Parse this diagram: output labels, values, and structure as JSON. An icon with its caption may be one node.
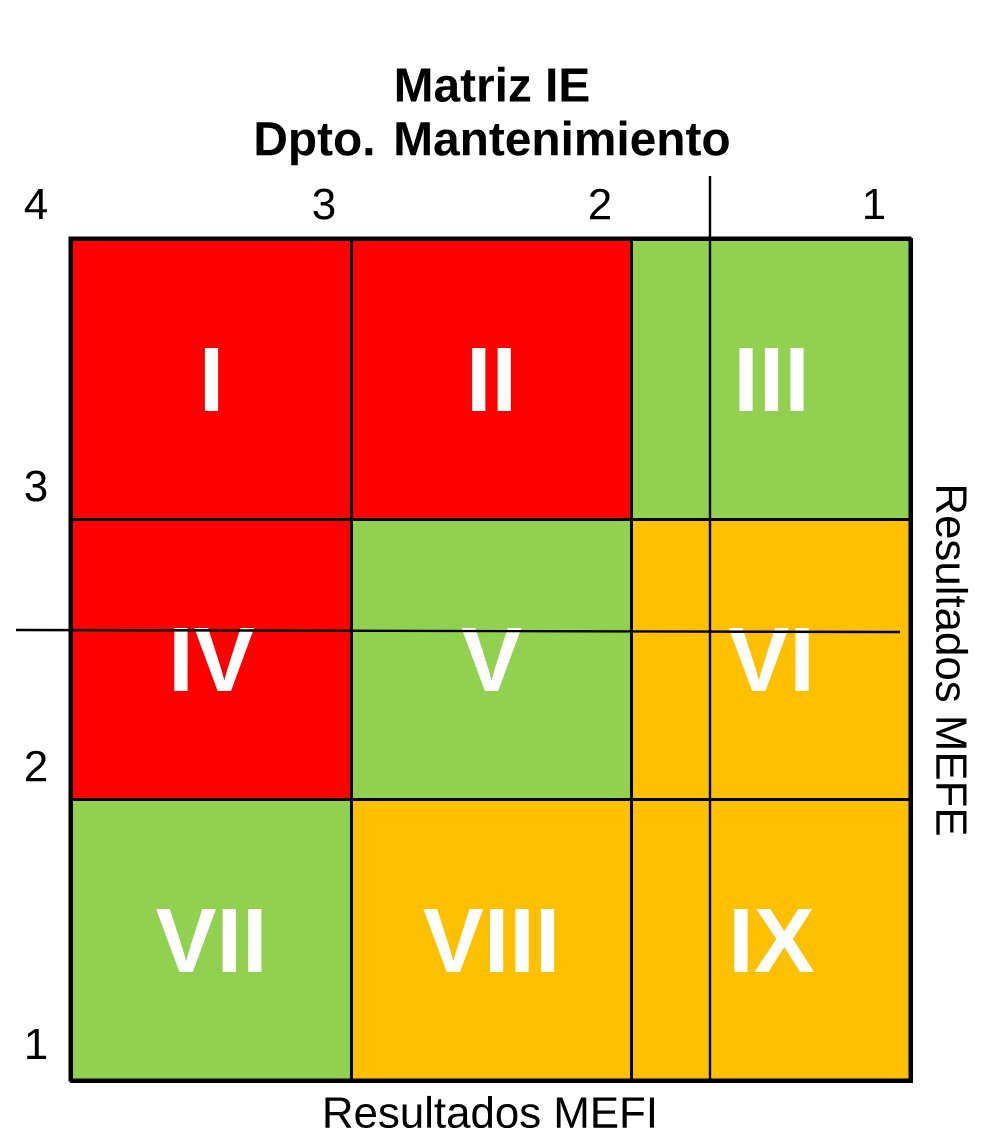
{
  "diagram": {
    "title": "Matriz IE Dpto. Mantenimiento",
    "nodes": [
      {
        "text": [
          "I"
        ]
      },
      {
        "text": [
          "II"
        ]
      },
      {
        "text": [
          "III"
        ]
      },
      {
        "text": [
          "IV"
        ]
      },
      {
        "text": [
          "V"
        ]
      },
      {
        "text": [
          "VI"
        ]
      },
      {
        "text": [
          "VII"
        ]
      },
      {
        "text": [
          "VIII"
        ]
      },
      {
        "text": [
          "IX"
        ]
      }
    ],
    "labels": [
      "4",
      "3",
      "2",
      "1",
      "3",
      "2",
      "1",
      "Resultados MEFE",
      "Resultados MEFI"
    ]
  }
}
